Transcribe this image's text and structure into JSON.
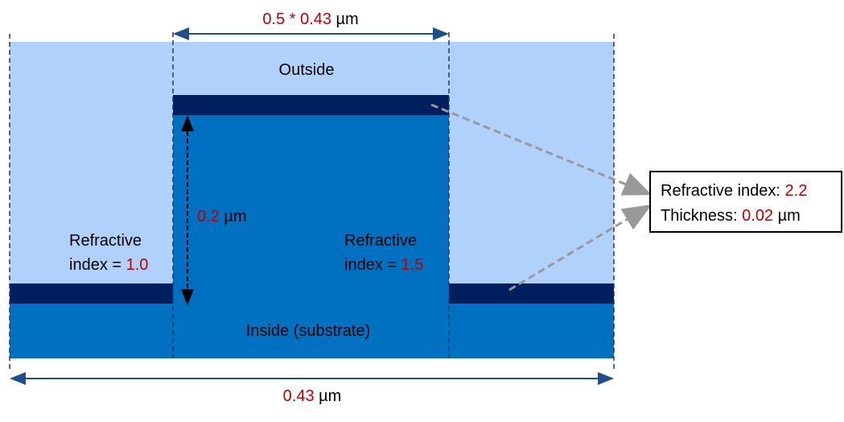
{
  "colors": {
    "outside": "#afd1fc",
    "substrate": "#0070c0",
    "coating": "#001f5f",
    "dimension": "#1f4e8c",
    "value": "#c00000",
    "leader": "#999999"
  },
  "labels": {
    "top_width_value": "0.5 * 0.43",
    "top_width_unit": " µm",
    "outside": "Outside",
    "inside": "Inside (substrate)",
    "height_value": "0.2",
    "height_unit": " µm",
    "left_index_line1": "Refractive",
    "left_index_line2": "index = ",
    "left_index_value": "1.0",
    "right_index_line1": "Refractive",
    "right_index_line2": "index = ",
    "right_index_value": "1.5",
    "period_value": "0.43",
    "period_unit": " µm"
  },
  "callout": {
    "index_label": "Refractive index: ",
    "index_value": "2.2",
    "thickness_label": "Thickness: ",
    "thickness_value": "0.02",
    "thickness_unit": " µm"
  }
}
